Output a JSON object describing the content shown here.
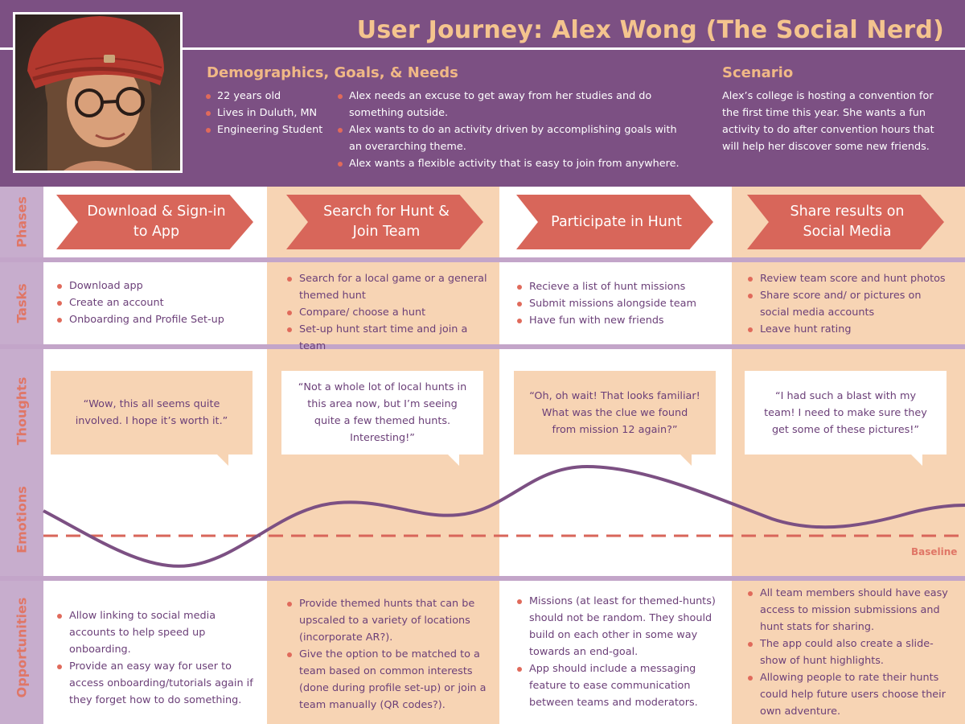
{
  "header": {
    "title": "User Journey: Alex Wong (The Social Nerd)",
    "demographics_heading": "Demographics, Goals, & Needs",
    "demographics": [
      "22 years old",
      "Lives in Duluth, MN",
      "Engineering Student"
    ],
    "goals": [
      "Alex needs an excuse to get away from her studies and do something outside.",
      "Alex wants to do an activity driven by accomplishing goals with an overarching theme.",
      "Alex wants a flexible activity that is easy to join from anywhere."
    ],
    "scenario_heading": "Scenario",
    "scenario": "Alex’s college is hosting a convention for the first time this year. She wants a fun activity to do after convention hours that will help her discover some new friends."
  },
  "row_labels": {
    "phases": "Phases",
    "tasks": "Tasks",
    "thoughts": "Thoughts",
    "emotions": "Emotions",
    "opportunities": "Opportunities"
  },
  "phases": [
    "Download & Sign-in to App",
    "Search for Hunt & Join Team",
    "Participate in Hunt",
    "Share results on Social Media"
  ],
  "tasks": [
    [
      "Download app",
      "Create an account",
      "Onboarding and Profile Set-up"
    ],
    [
      "Search for a local game or a general themed hunt",
      "Compare/ choose a hunt",
      "Set-up hunt start time and join a team"
    ],
    [
      "Recieve a list of hunt missions",
      "Submit missions alongside team",
      "Have fun with new friends"
    ],
    [
      "Review team score and hunt photos",
      "Share score and/ or pictures on social media accounts",
      "Leave hunt rating"
    ]
  ],
  "thoughts": [
    "“Wow, this all seems quite involved. I hope it’s worth it.”",
    "“Not a whole lot of local hunts in this area now, but I’m seeing quite a few themed hunts. Interesting!”",
    "“Oh, oh wait! That looks familiar! What was the clue we found from mission 12 again?”",
    "“I had such a blast with my team! I need to make sure they get some of these pictures!”"
  ],
  "emotions": {
    "baseline_label": "Baseline",
    "line_color": "#7c5083",
    "baseline_color": "#d8665a"
  },
  "opportunities": [
    [
      "Allow linking to social media accounts to help speed up onboarding.",
      "Provide an easy way for user to access onboarding/tutorials again if they forget how to do something."
    ],
    [
      "Provide themed hunts that can be upscaled to a variety of locations (incorporate AR?).",
      "Give the option to be matched to a team based on common interests (done during profile set-up) or join a team manually (QR codes?)."
    ],
    [
      "Missions (at least for themed-hunts) should not be random. They should build on each other in some way towards an end-goal.",
      "App should include a messaging feature to ease communication between teams and moderators."
    ],
    [
      "All team members should have easy access to mission submissions and hunt stats for sharing.",
      "The app could also create a slide-show of hunt highlights.",
      "Allowing people to rate their hunts could help future users choose their own adventure."
    ]
  ],
  "colors": {
    "header_purple": "#7c5083",
    "accent_orange": "#f4c48e",
    "column_shade": "#f7d4b4",
    "chevron_red": "#d8665a",
    "label_bar": "#c7adcd"
  }
}
